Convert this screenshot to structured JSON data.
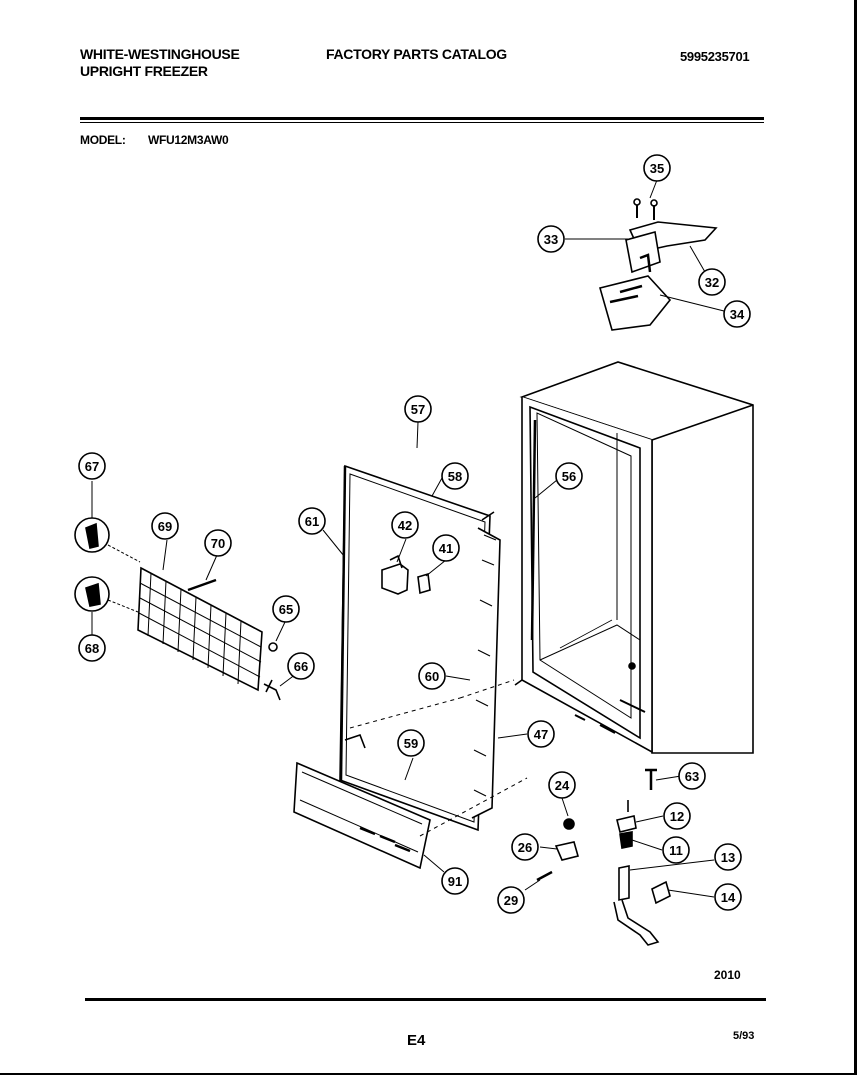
{
  "header": {
    "brand_line1": "WHITE-WESTINGHOUSE",
    "brand_line2": "UPRIGHT FREEZER",
    "catalog_title": "FACTORY PARTS CATALOG",
    "catalog_number": "5995235701",
    "model_label": "MODEL:",
    "model_value": "WFU12M3AW0"
  },
  "callouts": {
    "c35": "35",
    "c33": "33",
    "c32": "32",
    "c34": "34",
    "c57": "57",
    "c58": "58",
    "c56": "56",
    "c67": "67",
    "c69": "69",
    "c70": "70",
    "c61": "61",
    "c42": "42",
    "c41": "41",
    "c68": "68",
    "c65": "65",
    "c66": "66",
    "c60": "60",
    "c47": "47",
    "c59": "59",
    "c63": "63",
    "c24": "24",
    "c12": "12",
    "c26": "26",
    "c11": "11",
    "c13": "13",
    "c91": "91",
    "c29": "29",
    "c14": "14"
  },
  "footer": {
    "drawing_number": "2010",
    "page_code": "E4",
    "date": "5/93"
  }
}
